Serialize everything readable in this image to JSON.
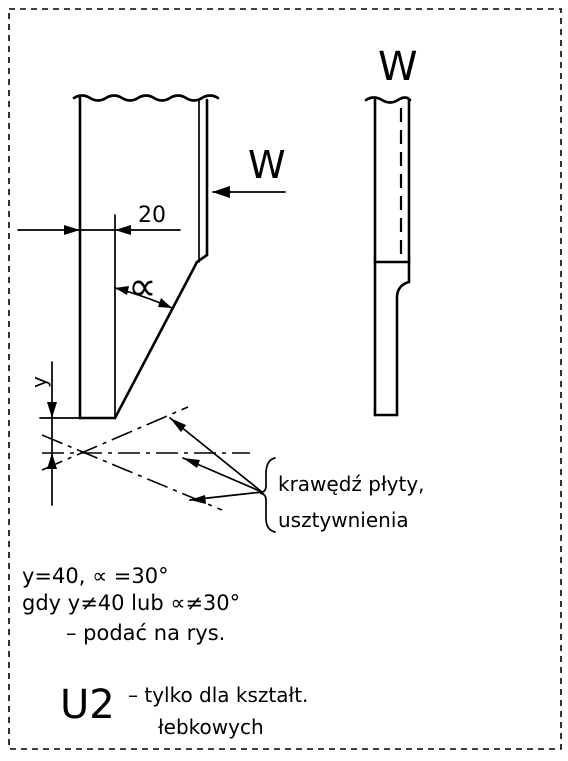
{
  "view_label": "W",
  "view_arrow_label": "W",
  "dim_20": "20",
  "alpha_symbol": "∝",
  "y_symbol": "y",
  "edge_note": {
    "line1": "krawędź płyty,",
    "line2": "usztywnienia"
  },
  "conditions": {
    "line1": "y=40, ∝ =30°",
    "line2": "gdy y≠40 lub ∝≠30°",
    "line3": "– podać na rys."
  },
  "code": {
    "label": "U2",
    "desc_line1": "– tylko dla kształt.",
    "desc_line2": "łebkowych"
  }
}
